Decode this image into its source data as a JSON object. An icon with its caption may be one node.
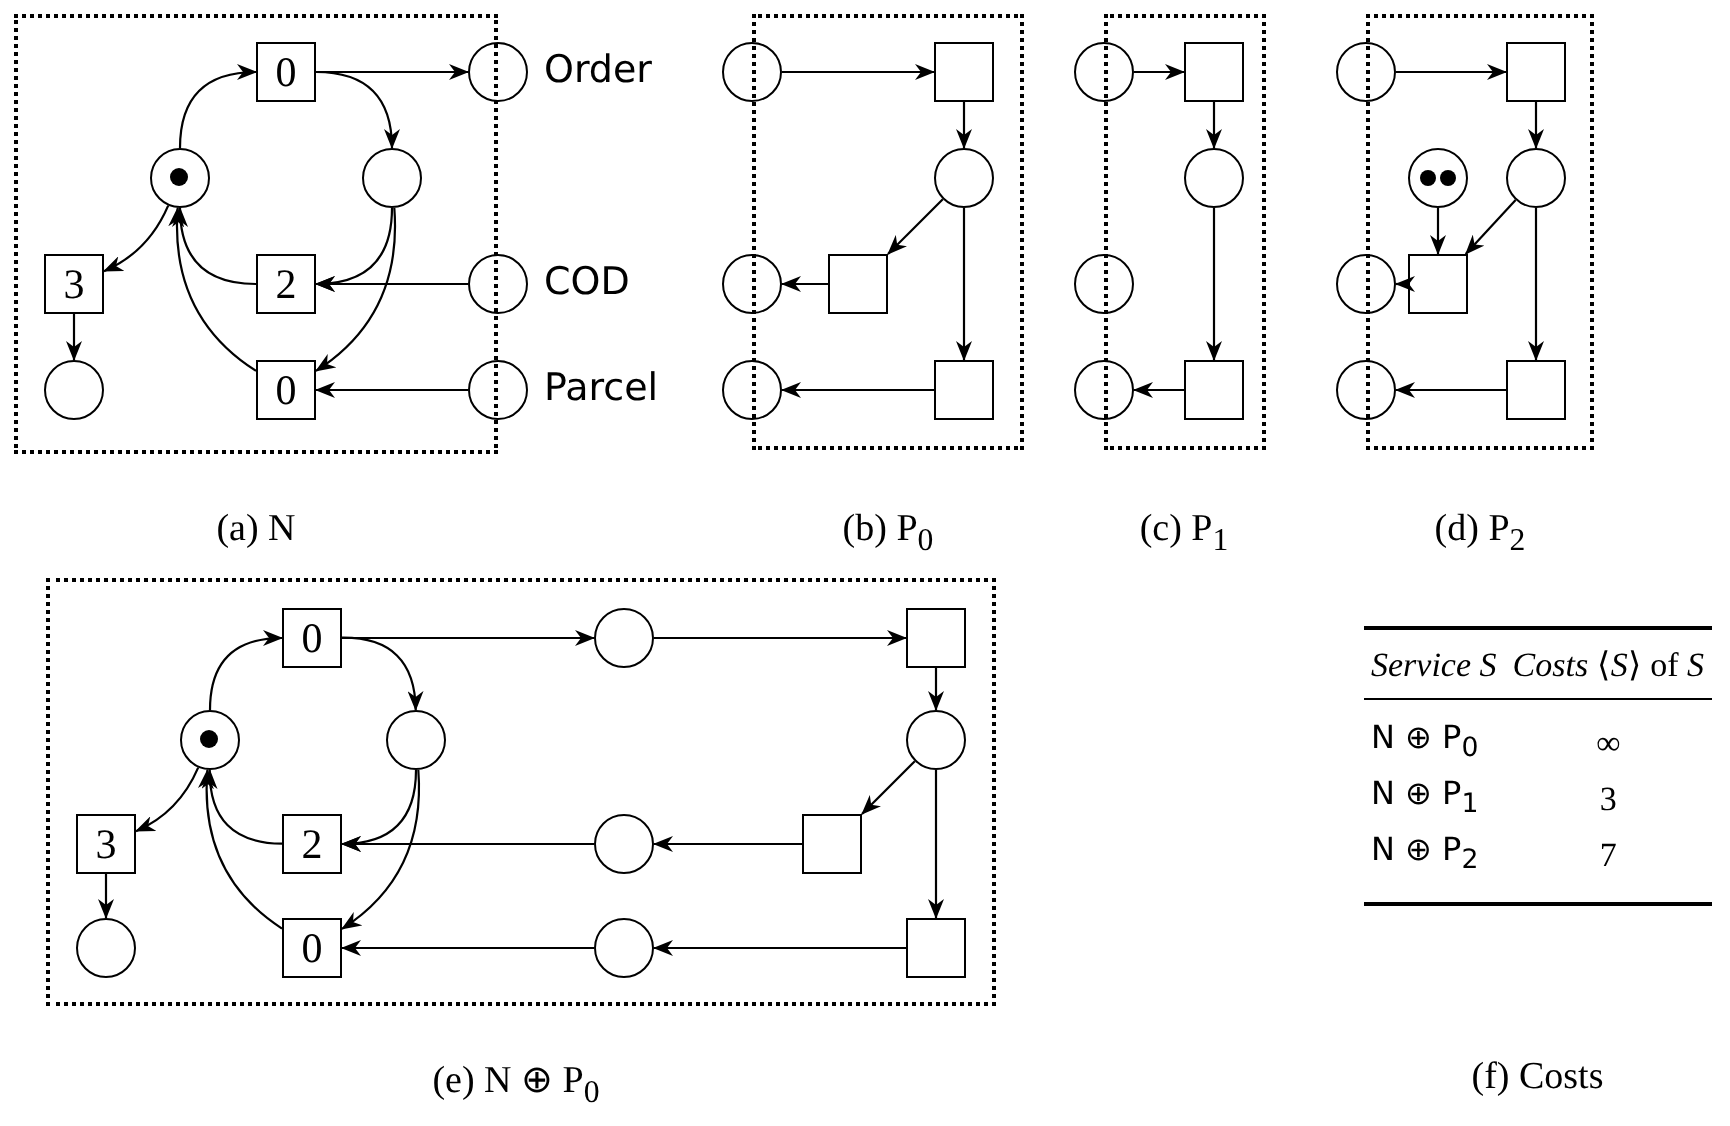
{
  "diagram": {
    "nodes": [
      {
        "text": [],
        "shape": "box",
        "beside": [
          "(a) N"
        ]
      },
      {
        "text": [
          "0"
        ],
        "in": 0
      },
      {
        "text": [],
        "shape": "circle",
        "in": 0
      },
      {
        "text": [],
        "shape": "circle",
        "in": 0
      },
      {
        "text": [
          "3"
        ],
        "in": 0
      },
      {
        "text": [
          "2"
        ],
        "in": 0
      },
      {
        "text": [],
        "shape": "circle",
        "in": 0
      },
      {
        "text": [
          "0"
        ],
        "in": 0
      },
      {
        "text": [],
        "shape": "circle",
        "beside": [
          "Order"
        ]
      },
      {
        "text": [],
        "shape": "circle",
        "beside": [
          "COD"
        ]
      },
      {
        "text": [],
        "shape": "circle",
        "beside": [
          "Parcel"
        ]
      },
      {
        "text": [],
        "shape": "box",
        "beside": [
          "(b) P$_{0}$"
        ]
      },
      {
        "text": [],
        "shape": "circle"
      },
      {
        "text": [],
        "shape": "box",
        "in": 11
      },
      {
        "text": [],
        "shape": "circle",
        "in": 11
      },
      {
        "text": [],
        "shape": "circle"
      },
      {
        "text": [],
        "shape": "box",
        "in": 11
      },
      {
        "text": [],
        "shape": "circle"
      },
      {
        "text": [],
        "shape": "box",
        "in": 11
      },
      {
        "text": [],
        "shape": "box",
        "beside": [
          "(c) P$_{1}$"
        ]
      },
      {
        "text": [],
        "shape": "circle"
      },
      {
        "text": [],
        "shape": "box",
        "in": 19
      },
      {
        "text": [],
        "shape": "circle",
        "in": 19
      },
      {
        "text": [],
        "shape": "circle"
      },
      {
        "text": [],
        "shape": "circle"
      },
      {
        "text": [],
        "shape": "box",
        "in": 19
      },
      {
        "text": [],
        "shape": "box",
        "beside": [
          "(d) P$_{2}$"
        ]
      },
      {
        "text": [],
        "shape": "circle"
      },
      {
        "text": [],
        "shape": "box",
        "in": 26
      },
      {
        "text": [],
        "shape": "circle",
        "in": 26
      },
      {
        "text": [],
        "shape": "circle",
        "in": 26
      },
      {
        "text": [],
        "shape": "circle"
      },
      {
        "text": [],
        "shape": "box",
        "in": 26
      },
      {
        "text": [],
        "shape": "circle"
      },
      {
        "text": [],
        "shape": "box",
        "in": 26
      },
      {
        "text": [],
        "shape": "box",
        "beside": [
          "(e) N ⊕ P$_{0}$"
        ]
      },
      {
        "text": [
          "0"
        ],
        "in": 35
      },
      {
        "text": [],
        "shape": "circle",
        "in": 35
      },
      {
        "text": [],
        "shape": "box",
        "in": 35
      },
      {
        "text": [],
        "shape": "circle",
        "in": 35
      },
      {
        "text": [],
        "shape": "circle",
        "in": 35
      },
      {
        "text": [],
        "shape": "circle",
        "in": 35
      },
      {
        "text": [
          "3"
        ],
        "in": 35
      },
      {
        "text": [
          "2"
        ],
        "in": 35
      },
      {
        "text": [],
        "shape": "circle",
        "in": 35
      },
      {
        "text": [],
        "shape": "box",
        "in": 35
      },
      {
        "text": [],
        "shape": "circle",
        "in": 35
      },
      {
        "text": [
          "0"
        ],
        "in": 35
      },
      {
        "text": [],
        "shape": "circle",
        "in": 35
      },
      {
        "text": [],
        "shape": "box",
        "in": 35
      }
    ],
    "edges": [
      {
        "from": 2,
        "to": 1,
        "arrow": "to"
      },
      {
        "from": 1,
        "to": 3,
        "arrow": "to"
      },
      {
        "from": 1,
        "to": 8,
        "arrow": "to"
      },
      {
        "from": 3,
        "to": 5,
        "arrow": "to"
      },
      {
        "from": 3,
        "to": 7,
        "arrow": "to"
      },
      {
        "from": 5,
        "to": 2,
        "arrow": "to"
      },
      {
        "from": 7,
        "to": 2,
        "arrow": "to"
      },
      {
        "from": 2,
        "to": 4,
        "arrow": "to"
      },
      {
        "from": 4,
        "to": 6,
        "arrow": "to"
      },
      {
        "from": 9,
        "to": 5,
        "arrow": "to"
      },
      {
        "from": 10,
        "to": 7,
        "arrow": "to"
      },
      {
        "from": 12,
        "to": 13,
        "arrow": "to"
      },
      {
        "from": 13,
        "to": 14,
        "arrow": "to"
      },
      {
        "from": 14,
        "to": 16,
        "arrow": "to"
      },
      {
        "from": 16,
        "to": 15,
        "arrow": "to"
      },
      {
        "from": 14,
        "to": 18,
        "arrow": "to"
      },
      {
        "from": 18,
        "to": 17,
        "arrow": "to"
      },
      {
        "from": 20,
        "to": 21,
        "arrow": "to"
      },
      {
        "from": 21,
        "to": 22,
        "arrow": "to"
      },
      {
        "from": 22,
        "to": 25,
        "arrow": "to"
      },
      {
        "from": 25,
        "to": 24,
        "arrow": "to"
      },
      {
        "from": 27,
        "to": 28,
        "arrow": "to"
      },
      {
        "from": 28,
        "to": 30,
        "arrow": "to"
      },
      {
        "from": 30,
        "to": 32,
        "arrow": "to"
      },
      {
        "from": 29,
        "to": 32,
        "arrow": "to"
      },
      {
        "from": 32,
        "to": 31,
        "arrow": "to"
      },
      {
        "from": 30,
        "to": 34,
        "arrow": "to"
      },
      {
        "from": 34,
        "to": 33,
        "arrow": "to"
      },
      {
        "from": 39,
        "to": 36,
        "arrow": "to"
      },
      {
        "from": 36,
        "to": 40,
        "arrow": "to"
      },
      {
        "from": 36,
        "to": 37,
        "arrow": "to"
      },
      {
        "from": 37,
        "to": 38,
        "arrow": "to"
      },
      {
        "from": 38,
        "to": 41,
        "arrow": "to"
      },
      {
        "from": 41,
        "to": 45,
        "arrow": "to"
      },
      {
        "from": 45,
        "to": 44,
        "arrow": "to"
      },
      {
        "from": 44,
        "to": 43,
        "arrow": "to"
      },
      {
        "from": 41,
        "to": 49,
        "arrow": "to"
      },
      {
        "from": 49,
        "to": 48,
        "arrow": "to"
      },
      {
        "from": 48,
        "to": 47,
        "arrow": "to"
      },
      {
        "from": 40,
        "to": 43,
        "arrow": "to"
      },
      {
        "from": 40,
        "to": 47,
        "arrow": "to"
      },
      {
        "from": 43,
        "to": 39,
        "arrow": "to"
      },
      {
        "from": 47,
        "to": 39,
        "arrow": "to"
      },
      {
        "from": 39,
        "to": 42,
        "arrow": "to"
      },
      {
        "from": 42,
        "to": 46,
        "arrow": "to"
      }
    ],
    "labels": [
      "Service S",
      "*Costs* ⟨*S*⟩ of *S*",
      "N ⊕ P$_{0}$",
      "∞",
      "N ⊕ P$_{1}$",
      "3",
      "N ⊕ P$_{2}$",
      "7",
      "(f) Costs"
    ]
  }
}
